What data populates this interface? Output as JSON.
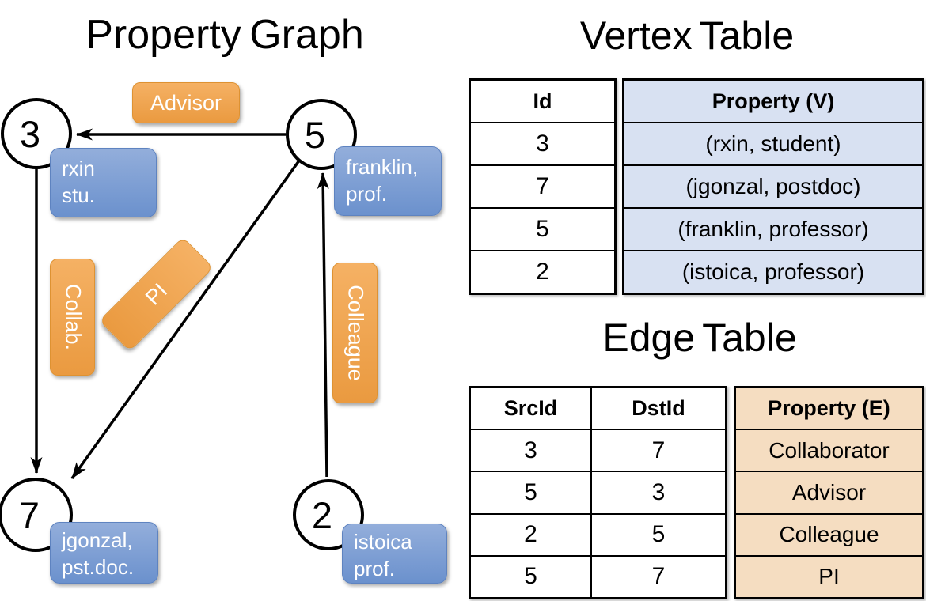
{
  "colors": {
    "orange_top": "#F5B164",
    "orange_bottom": "#EA9A40",
    "blue_top": "#93AEDB",
    "blue_bottom": "#6B91CD",
    "vertex_property_bg": "#D8E1F2",
    "edge_property_bg": "#F5DDC1",
    "line_color": "#000000"
  },
  "graph": {
    "title": "Property Graph",
    "nodes": [
      {
        "id": "3",
        "property_lines": [
          "rxin",
          "stu."
        ]
      },
      {
        "id": "5",
        "property_lines": [
          "franklin,",
          "prof."
        ]
      },
      {
        "id": "7",
        "property_lines": [
          "jgonzal,",
          "pst.doc."
        ]
      },
      {
        "id": "2",
        "property_lines": [
          "istoica",
          "prof."
        ]
      }
    ],
    "edge_labels": {
      "advisor": "Advisor",
      "collab": "Collab.",
      "pi": "PI",
      "colleague": "Colleague"
    }
  },
  "vertex_table": {
    "title": "Vertex Table",
    "columns": {
      "id": "Id",
      "property": "Property (V)"
    },
    "rows": [
      {
        "id": "3",
        "property": "(rxin, student)"
      },
      {
        "id": "7",
        "property": "(jgonzal, postdoc)"
      },
      {
        "id": "5",
        "property": "(franklin, professor)"
      },
      {
        "id": "2",
        "property": "(istoica, professor)"
      }
    ]
  },
  "edge_table": {
    "title": "Edge Table",
    "columns": {
      "src": "SrcId",
      "dst": "DstId",
      "property": "Property (E)"
    },
    "rows": [
      {
        "src": "3",
        "dst": "7",
        "property": "Collaborator"
      },
      {
        "src": "5",
        "dst": "3",
        "property": "Advisor"
      },
      {
        "src": "2",
        "dst": "5",
        "property": "Colleague"
      },
      {
        "src": "5",
        "dst": "7",
        "property": "PI"
      }
    ]
  }
}
